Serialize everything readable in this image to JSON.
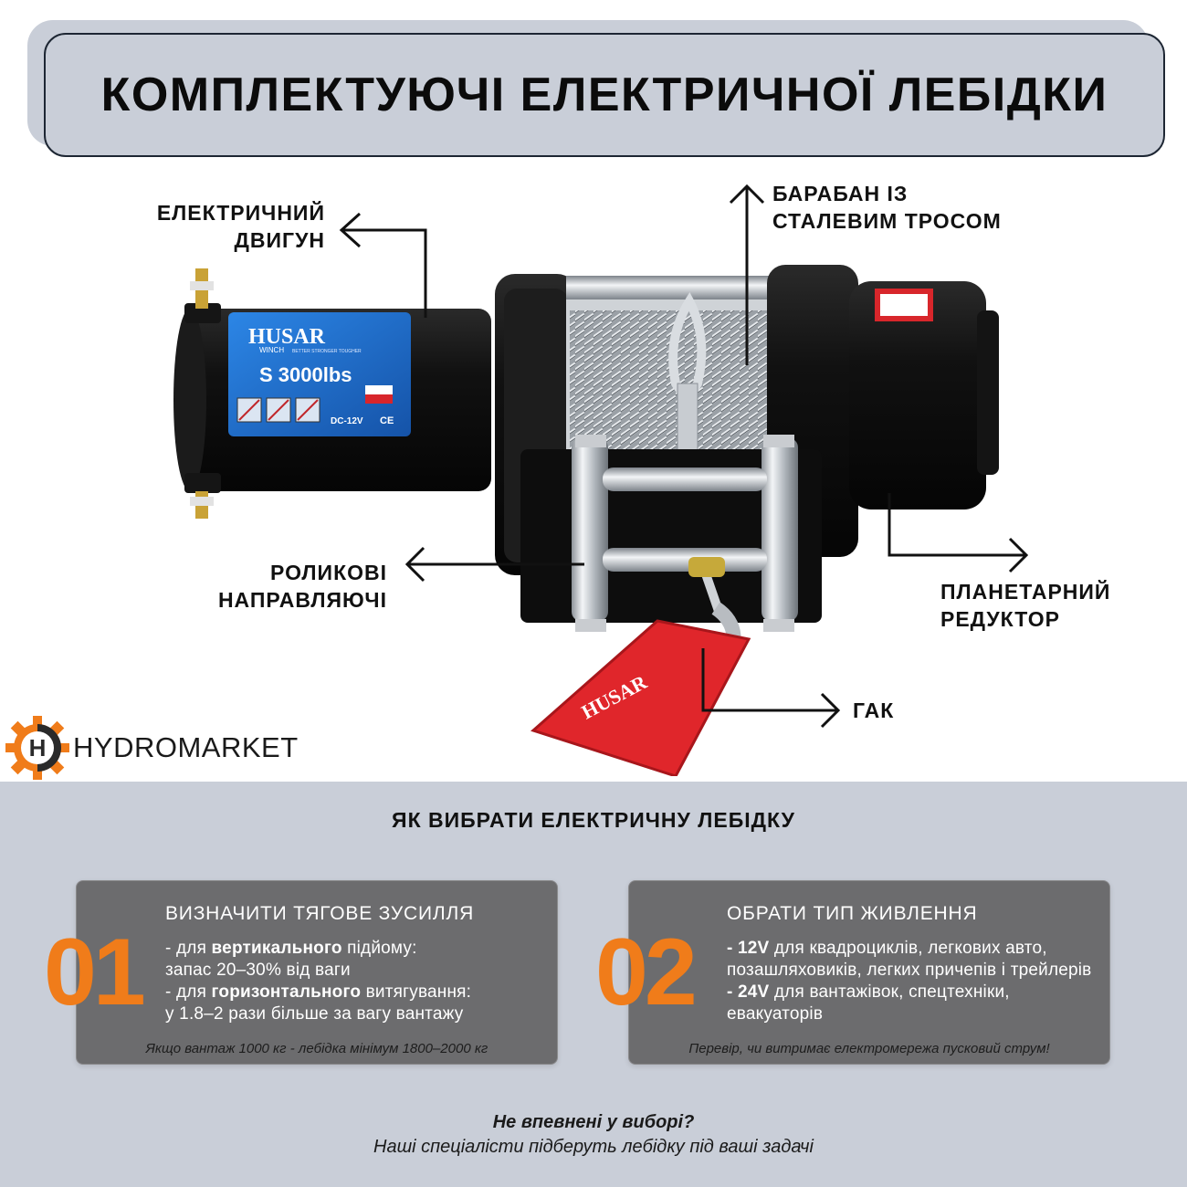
{
  "title": "КОМПЛЕКТУЮЧІ ЕЛЕКТРИЧНОЇ ЛЕБІДКИ",
  "labels": {
    "motor": [
      "ЕЛЕКТРИЧНИЙ",
      "ДВИГУН"
    ],
    "drum": [
      "БАРАБАН ІЗ",
      "СТАЛЕВИМ ТРОСОМ"
    ],
    "rollers": [
      "РОЛИКОВІ",
      "НАПРАВЛЯЮЧІ"
    ],
    "gearbox": [
      "ПЛАНЕТАРНИЙ",
      "РЕДУКТОР"
    ],
    "hook": "ГАК"
  },
  "product": {
    "brand": "HUSAR",
    "brand_sub": "WINCH",
    "tagline": "BETTER STRONGER TOUGHER",
    "model": "S 3000lbs",
    "voltage": "DC-12V",
    "ce": "CE"
  },
  "logo": {
    "text": "HYDROMARKET",
    "mark": "H"
  },
  "how_to": {
    "title": "ЯК ВИБРАТИ ЕЛЕКТРИЧНУ ЛЕБІДКУ",
    "cards": [
      {
        "number": "01",
        "heading": "ВИЗНАЧИТИ ТЯГОВЕ ЗУСИЛЛЯ",
        "lines": [
          {
            "pre": "- для ",
            "bold": "вертикального",
            "post": " підйому:"
          },
          {
            "pre": "запас 20–30% від ваги",
            "bold": "",
            "post": ""
          },
          {
            "pre": "- для ",
            "bold": "горизонтального",
            "post": " витягування:"
          },
          {
            "pre": "у 1.8–2 рази більше за вагу вантажу",
            "bold": "",
            "post": ""
          }
        ],
        "note": "Якщо вантаж 1000 кг - лебідка мінімум 1800–2000 кг"
      },
      {
        "number": "02",
        "heading": "ОБРАТИ ТИП ЖИВЛЕННЯ",
        "lines": [
          {
            "pre": "",
            "bold": "- 12V",
            "post": " для квадроциклів, легкових авто,"
          },
          {
            "pre": "позашляховиків, легких причепів і трейлерів",
            "bold": "",
            "post": ""
          },
          {
            "pre": "",
            "bold": "- 24V",
            "post": " для вантажівок, спецтехніки,"
          },
          {
            "pre": "евакуаторів",
            "bold": "",
            "post": ""
          }
        ],
        "note": "Перевір, чи витримає електромережа пусковий струм!"
      }
    ]
  },
  "footer": {
    "question": "Не впевнені у виборі?",
    "answer": "Наші спеціалісти підберуть лебідку під ваші задачі"
  },
  "colors": {
    "banner": "#c9ced8",
    "accent_orange": "#f07c1a",
    "card_bg": "#6c6c6e",
    "label_blue": "#1f6fd0",
    "strap_red": "#e0262b"
  }
}
